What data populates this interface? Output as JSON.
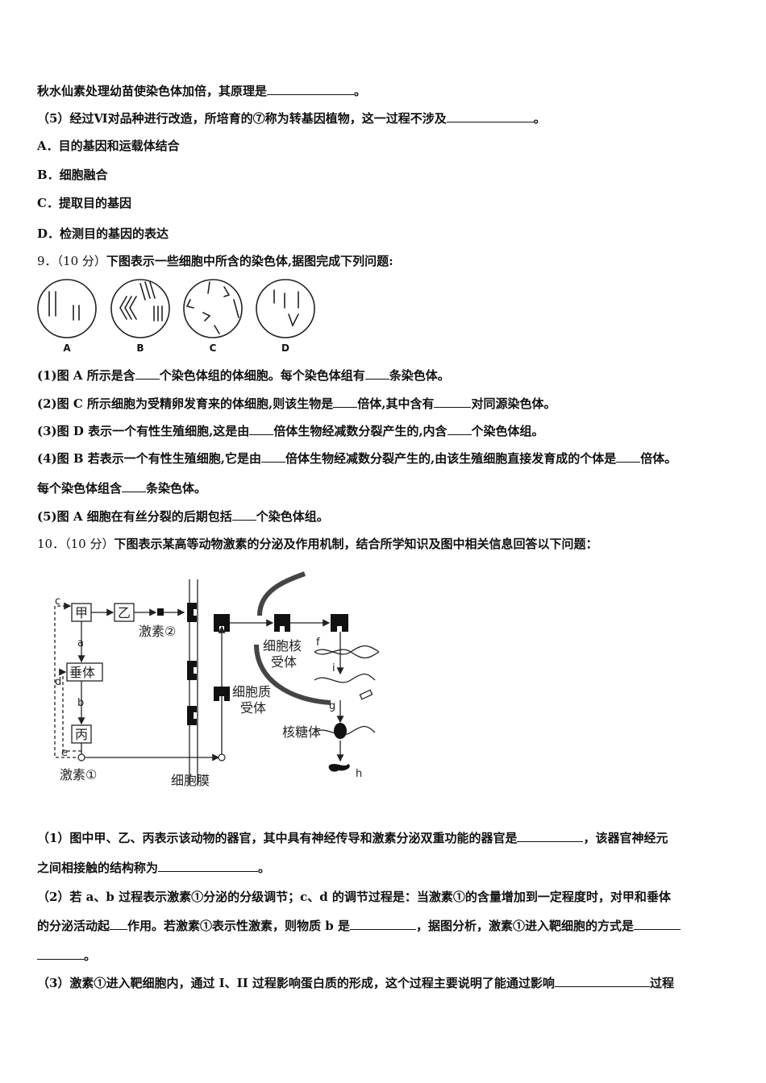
{
  "top": {
    "colchicine_line": "秋水仙素处理幼苗使染色体加倍，其原理是",
    "q5_prefix": "（5）经过Ⅵ对品种进行改造，所培育的⑦称为转基因植物，这一过程不涉及",
    "period": "。",
    "options": [
      "A．目的基因和运载体结合",
      "B．细胞融合",
      "C．提取目的基因",
      "D．检测目的基因的表达"
    ]
  },
  "q9": {
    "num": "9．",
    "score": "（10 分）",
    "stem": "下图表示一些细胞中所含的染色体,据图完成下列问题:",
    "cell_labels": [
      "A",
      "B",
      "C",
      "D"
    ],
    "s1_a": "(1)图 A 所示是含",
    "s1_b": "个染色体组的体细胞。每个染色体组有",
    "s1_c": "条染色体。",
    "s2_a": "(2)图 C 所示细胞为受精卵发育来的体细胞,则该生物是",
    "s2_b": "倍体,其中含有",
    "s2_c": "对同源染色体。",
    "s3_a": "(3)图 D 表示一个有性生殖细胞,这是由",
    "s3_b": "倍体生物经减数分裂产生的,内含",
    "s3_c": "个染色体组。",
    "s4_a": "(4)图 B 若表示一个有性生殖细胞,它是由",
    "s4_b": "倍体生物经减数分裂产生的,由该生殖细胞直接发育成的个体是",
    "s4_c": "倍体。",
    "s4_d": "每个染色体组含",
    "s4_e": "条染色体。",
    "s5_a": "(5)图 A 细胞在有丝分裂的后期包括",
    "s5_b": "个染色体组。"
  },
  "q10": {
    "num": "10．",
    "score": "（10 分）",
    "stem": "下图表示某高等动物激素的分泌及作用机制，结合所学知识及图中相关信息回答以下问题：",
    "diagram": {
      "organ_jia": "甲",
      "organ_yi": "乙",
      "organ_chuiti": "垂体",
      "organ_bing": "丙",
      "hormone1": "激素①",
      "hormone2": "激素②",
      "membrane": "细胞膜",
      "cyto_receptor_1": "细胞质",
      "cyto_receptor_2": "受体",
      "nuclear_receptor_1": "细胞核",
      "nuclear_receptor_2": "受体",
      "ribosome": "核糖体",
      "letters": {
        "a": "a",
        "b": "b",
        "c": "c",
        "d": "d",
        "e": "e",
        "f": "f",
        "g": "g",
        "h": "h",
        "i": "i"
      }
    },
    "p1_a": "（1）图中甲、乙、丙表示该动物的器官，其中具有神经传导和激素分泌双重功能的器官是",
    "p1_b": "，该器官神经元",
    "p1_c": "之间相接触的结构称为",
    "p1_d": "。",
    "p2_a": "（2）若 a、b 过程表示激素①分泌的分级调节；c、d 的调节过程是：当激素①的含量增加到一定程度时，对甲和垂体",
    "p2_b": "的分泌活动起",
    "p2_c": "作用。若激素①表示性激素，则物质 b 是",
    "p2_d": "，据图分析，激素①进入靶细胞的方式是",
    "p2_e": "。",
    "p3_a": "（3）激素①进入靶细胞内，通过 I、II 过程影响蛋白质的形成，这个过程主要说明了能通过影响",
    "p3_b": "过程"
  }
}
